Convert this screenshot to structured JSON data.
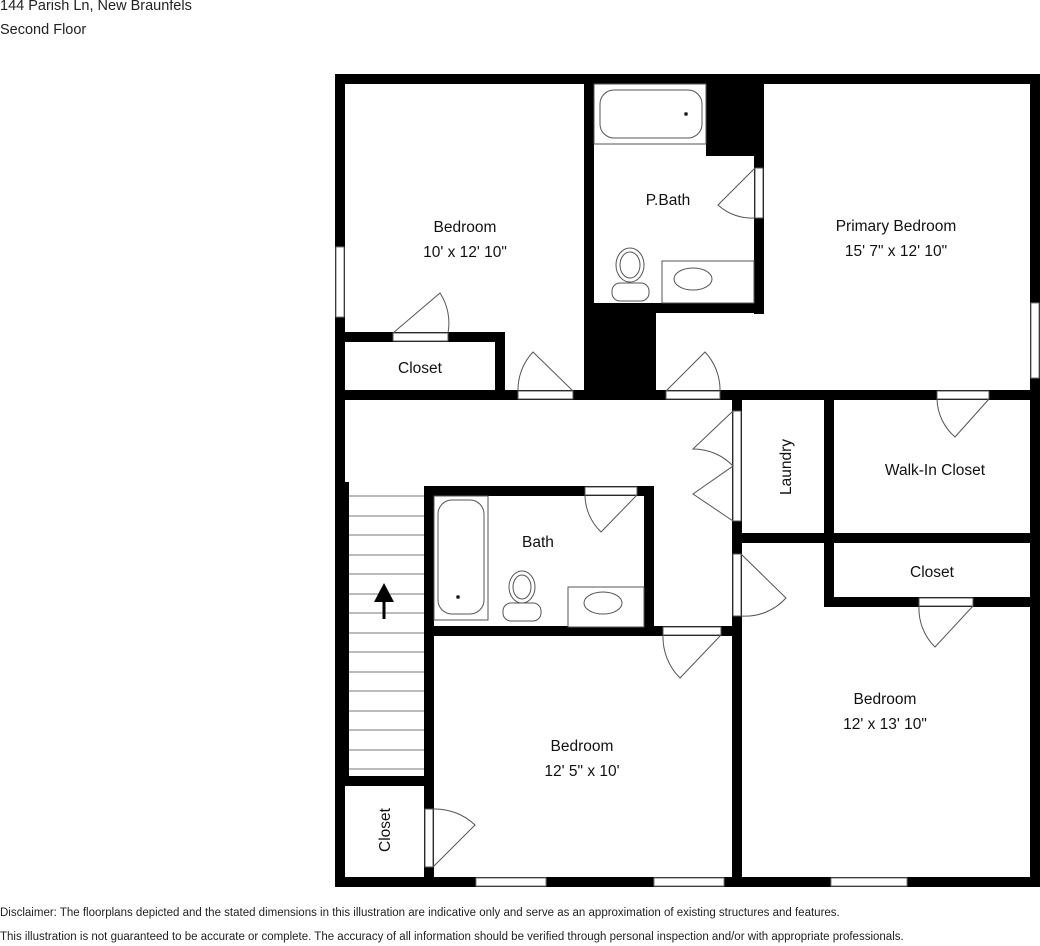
{
  "header": {
    "address": "144 Parish Ln, New Braunfels",
    "floor": "Second Floor"
  },
  "rooms": [
    {
      "name": "Bedroom",
      "dimensions": "10' x 12' 10\""
    },
    {
      "name": "P.Bath",
      "dimensions": ""
    },
    {
      "name": "Primary Bedroom",
      "dimensions": "15' 7\" x 12' 10\""
    },
    {
      "name": "Closet",
      "dimensions": ""
    },
    {
      "name": "Laundry",
      "dimensions": ""
    },
    {
      "name": "Walk-In Closet",
      "dimensions": ""
    },
    {
      "name": "Bath",
      "dimensions": ""
    },
    {
      "name": "Closet",
      "dimensions": ""
    },
    {
      "name": "Bedroom",
      "dimensions": "12' x 13' 10\""
    },
    {
      "name": "Bedroom",
      "dimensions": "12' 5\" x 10'"
    },
    {
      "name": "Closet",
      "dimensions": ""
    }
  ],
  "stairs": {
    "direction": "up"
  },
  "colors": {
    "wall": "#000000",
    "background": "#ffffff",
    "fixture_stroke": "#555555"
  },
  "disclaimer": {
    "line1": "Disclaimer: The floorplans depicted and the stated dimensions in this illustration are indicative only and serve as an approximation of existing structures and features.",
    "line2": "This illustration is not guaranteed to be accurate or complete. The accuracy of all information should be verified through personal inspection and/or with appropriate professionals."
  }
}
